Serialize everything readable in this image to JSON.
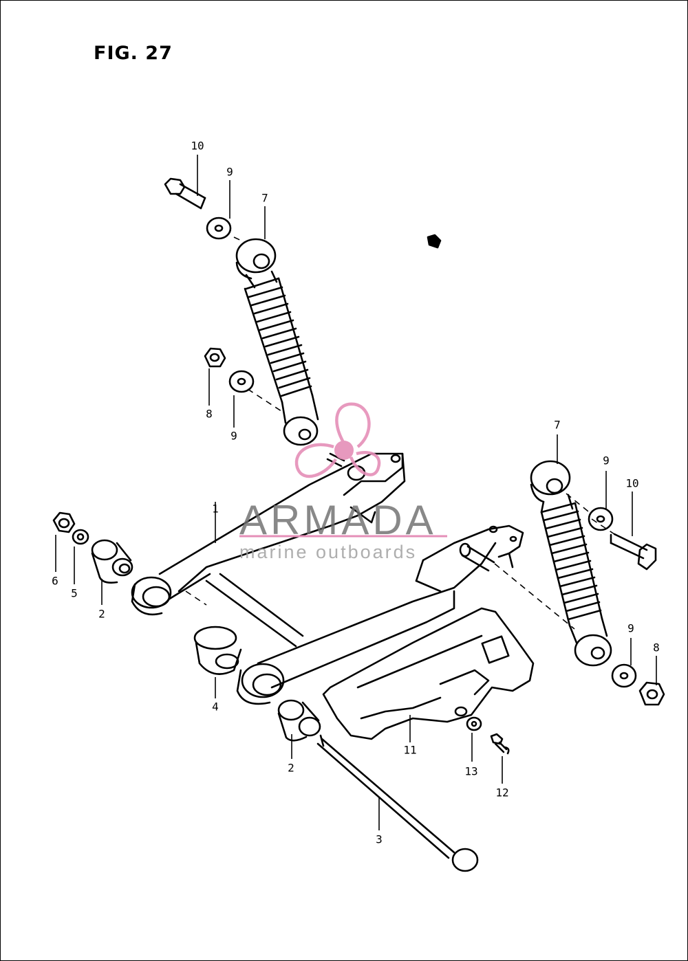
{
  "figure": {
    "title": "FIG. 27"
  },
  "watermark": {
    "brand": "ARMADA",
    "tagline": "marine outboards",
    "logo_color": "#e58fb8"
  },
  "callouts": [
    {
      "id": "10-top",
      "text": "10"
    },
    {
      "id": "9-top",
      "text": "9"
    },
    {
      "id": "7-left",
      "text": "7"
    },
    {
      "id": "8-left",
      "text": "8"
    },
    {
      "id": "9-left-mid",
      "text": "9"
    },
    {
      "id": "1",
      "text": "1"
    },
    {
      "id": "6",
      "text": "6"
    },
    {
      "id": "5",
      "text": "5"
    },
    {
      "id": "2-left",
      "text": "2"
    },
    {
      "id": "4",
      "text": "4"
    },
    {
      "id": "2-lower",
      "text": "2"
    },
    {
      "id": "3",
      "text": "3"
    },
    {
      "id": "11",
      "text": "11"
    },
    {
      "id": "13",
      "text": "13"
    },
    {
      "id": "12",
      "text": "12"
    },
    {
      "id": "7-right",
      "text": "7"
    },
    {
      "id": "9-right-top",
      "text": "9"
    },
    {
      "id": "10-right",
      "text": "10"
    },
    {
      "id": "9-right-low",
      "text": "9"
    },
    {
      "id": "8-right",
      "text": "8"
    }
  ]
}
